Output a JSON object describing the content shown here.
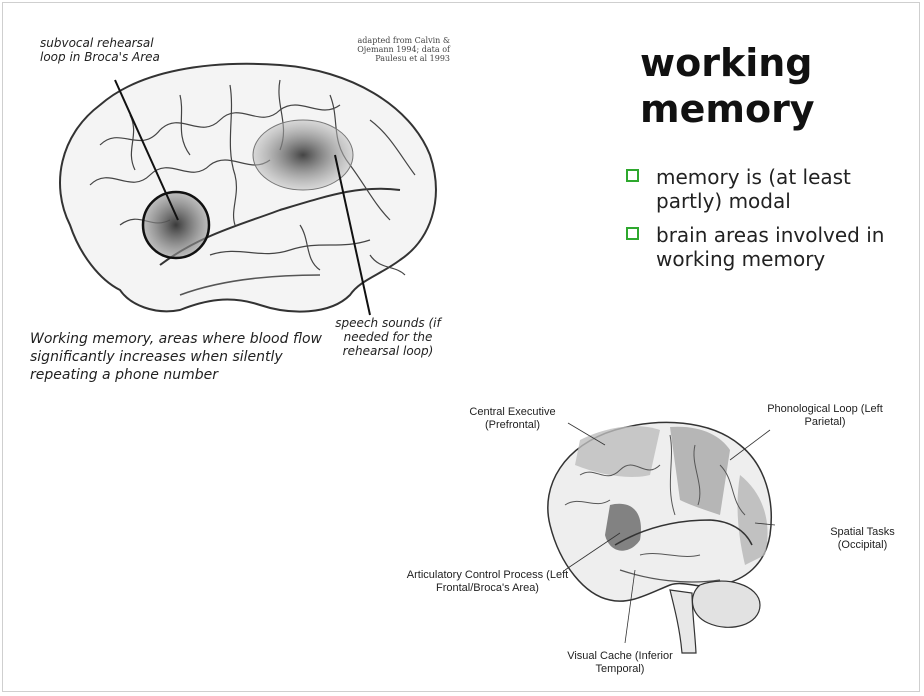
{
  "slide": {
    "title": "working memory",
    "bullets": [
      "memory is (at least partly) modal",
      "brain areas involved in working memory"
    ],
    "accent_color": "#2ea82e"
  },
  "figure_left": {
    "annotation_broca": "subvocal rehearsal loop in Broca's Area",
    "credit": "adapted from Calvin & Ojemann 1994; data of Paulesu et al 1993",
    "annotation_speech": "speech sounds (if needed for the rehearsal loop)",
    "caption": "Working memory, areas where blood flow significantly increases when silently repeating a phone number"
  },
  "figure_right": {
    "labels": {
      "central_executive": "Central Executive (Prefrontal)",
      "phonological_loop": "Phonological Loop (Left Parietal)",
      "spatial_tasks": "Spatial Tasks (Occipital)",
      "articulatory": "Articulatory Control Process (Left Frontal/Broca's Area)",
      "visual_cache": "Visual Cache (Inferior Temporal)"
    }
  }
}
